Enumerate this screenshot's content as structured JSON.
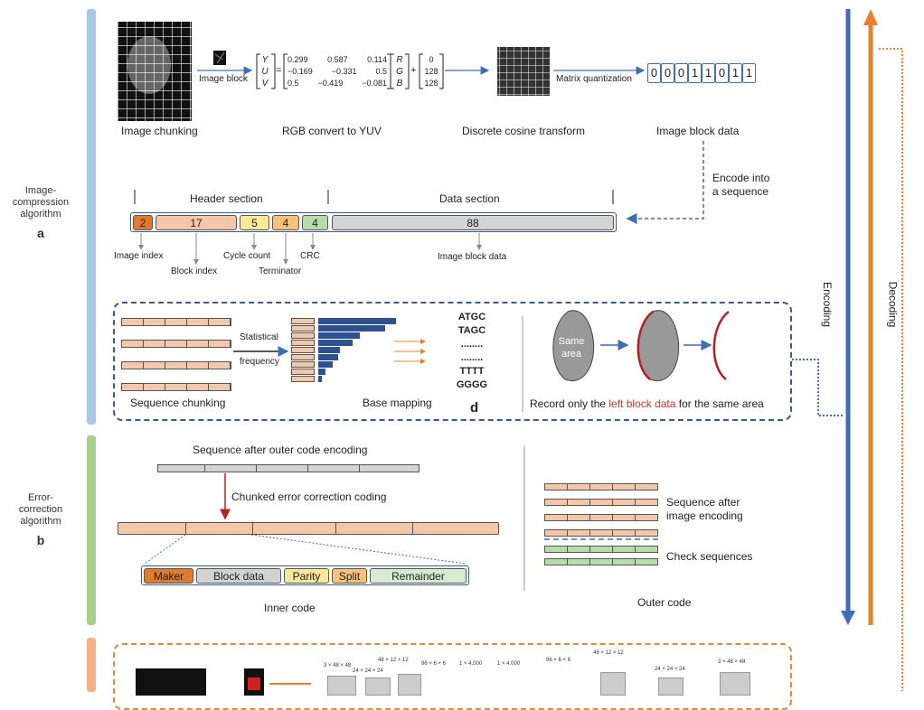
{
  "side_labels": {
    "a": {
      "title": "Image-\ncompression\nalgorithm",
      "letter": "a"
    },
    "b": {
      "title": "Error-\ncorrection\nalgorithm",
      "letter": "b"
    }
  },
  "top": {
    "image_chunking": "Image chunking",
    "image_block": "Image block",
    "rgb_yuv": "RGB convert to YUV",
    "dct": "Discrete cosine transform",
    "matrix_quant": "Matrix quantization",
    "block_data_label": "Image block data",
    "bits": [
      "0",
      "0",
      "0",
      "1",
      "1",
      "0",
      "1",
      "1"
    ],
    "yuv_vec": [
      "Y",
      "U",
      "V"
    ],
    "rgb_vec": [
      "R",
      "G",
      "B"
    ],
    "offset_vec": [
      "0",
      "128",
      "128"
    ],
    "matrix": [
      [
        "0.299",
        "0.587",
        "0.114"
      ],
      [
        "−0.169",
        "−0.331",
        "0.5"
      ],
      [
        "0.5",
        "−0.419",
        "−0.081"
      ]
    ],
    "encode_into": "Encode into\na sequence"
  },
  "sequence": {
    "header_section": "Header section",
    "data_section": "Data section",
    "fields": [
      {
        "value": "2",
        "color": "#e07a2e"
      },
      {
        "value": "17",
        "color": "#f4c7a8"
      },
      {
        "value": "5",
        "color": "#fae89a"
      },
      {
        "value": "4",
        "color": "#f6c27a"
      },
      {
        "value": "4",
        "color": "#b7dcaa"
      },
      {
        "value": "88",
        "color": "#d3d3d3"
      }
    ],
    "image_index": "Image index",
    "block_index": "Block index",
    "cycle_count": "Cycle count",
    "terminator": "Terminator",
    "crc": "CRC",
    "image_block_data": "Image block data"
  },
  "mapping": {
    "statistical": "Statistical",
    "frequency": "frequency",
    "sequence_chunking": "Sequence chunking",
    "base_mapping": "Base mapping",
    "codes": [
      "ATGC",
      "TAGC",
      "........",
      "........",
      "TTTT",
      "GGGG"
    ],
    "same_area": "Same\narea",
    "record_prefix": "Record only the ",
    "record_red": "left block data",
    "record_suffix": " for the same area",
    "letter": "d"
  },
  "ecc": {
    "seq_after_outer": "Sequence after outer code encoding",
    "chunked": "Chunked error correction coding",
    "parts": [
      {
        "label": "Maker",
        "color": "#e07a2e"
      },
      {
        "label": "Block data",
        "color": "#d3d3d3"
      },
      {
        "label": "Parity",
        "color": "#fae89a"
      },
      {
        "label": "Split",
        "color": "#f6c27a"
      },
      {
        "label": "Remainder",
        "color": "#d5ecd0"
      }
    ],
    "inner_code": "Inner code",
    "seq_after_image": "Sequence after\nimage encoding",
    "check_sequences": "Check sequences",
    "outer_code": "Outer code"
  },
  "arrows": {
    "encoding": "Encoding",
    "decoding": "Decoding"
  },
  "nn": {
    "dims": [
      "3 × 48 × 48",
      "24 × 24 × 24",
      "48 × 12 × 12",
      "96 × 6 × 6",
      "1 × 4,000",
      "1 × 4,000",
      "96 × 6 × 6",
      "48 × 12 × 12",
      "24 × 24 × 24",
      "3 × 48 × 48"
    ]
  },
  "colors": {
    "bar_a": "#a9c9e8",
    "bar_b": "#a8d08d",
    "bar_c": "#f4b183",
    "encoding": "#3f6eb5",
    "decoding": "#e8802f",
    "dash_blue": "#3a5a8a"
  }
}
